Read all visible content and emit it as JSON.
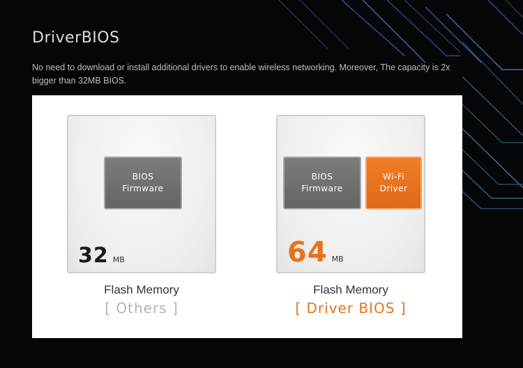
{
  "header": {
    "title": "DriverBIOS",
    "description": "No need to download or install additional drivers to enable wireless networking. Moreover, The capacity is 2x bigger than 32MB BIOS."
  },
  "comparison": {
    "left": {
      "chips": [
        {
          "label": "BIOS\nFirmware",
          "style": "gray"
        }
      ],
      "capacity_value": "32",
      "capacity_unit": "MB",
      "caption": "Flash Memory",
      "subcaption": "[ Others ]"
    },
    "right": {
      "chips": [
        {
          "label": "BIOS\nFirmware",
          "style": "gray"
        },
        {
          "label": "Wi-Fi\nDriver",
          "style": "orange"
        }
      ],
      "capacity_value": "64",
      "capacity_unit": "MB",
      "caption": "Flash Memory",
      "subcaption": "[ Driver BIOS ]"
    }
  },
  "colors": {
    "background": "#050608",
    "accent": "#e8731c",
    "chip_gray": "#6f6f6f",
    "line_blue": "#3a78c8"
  }
}
